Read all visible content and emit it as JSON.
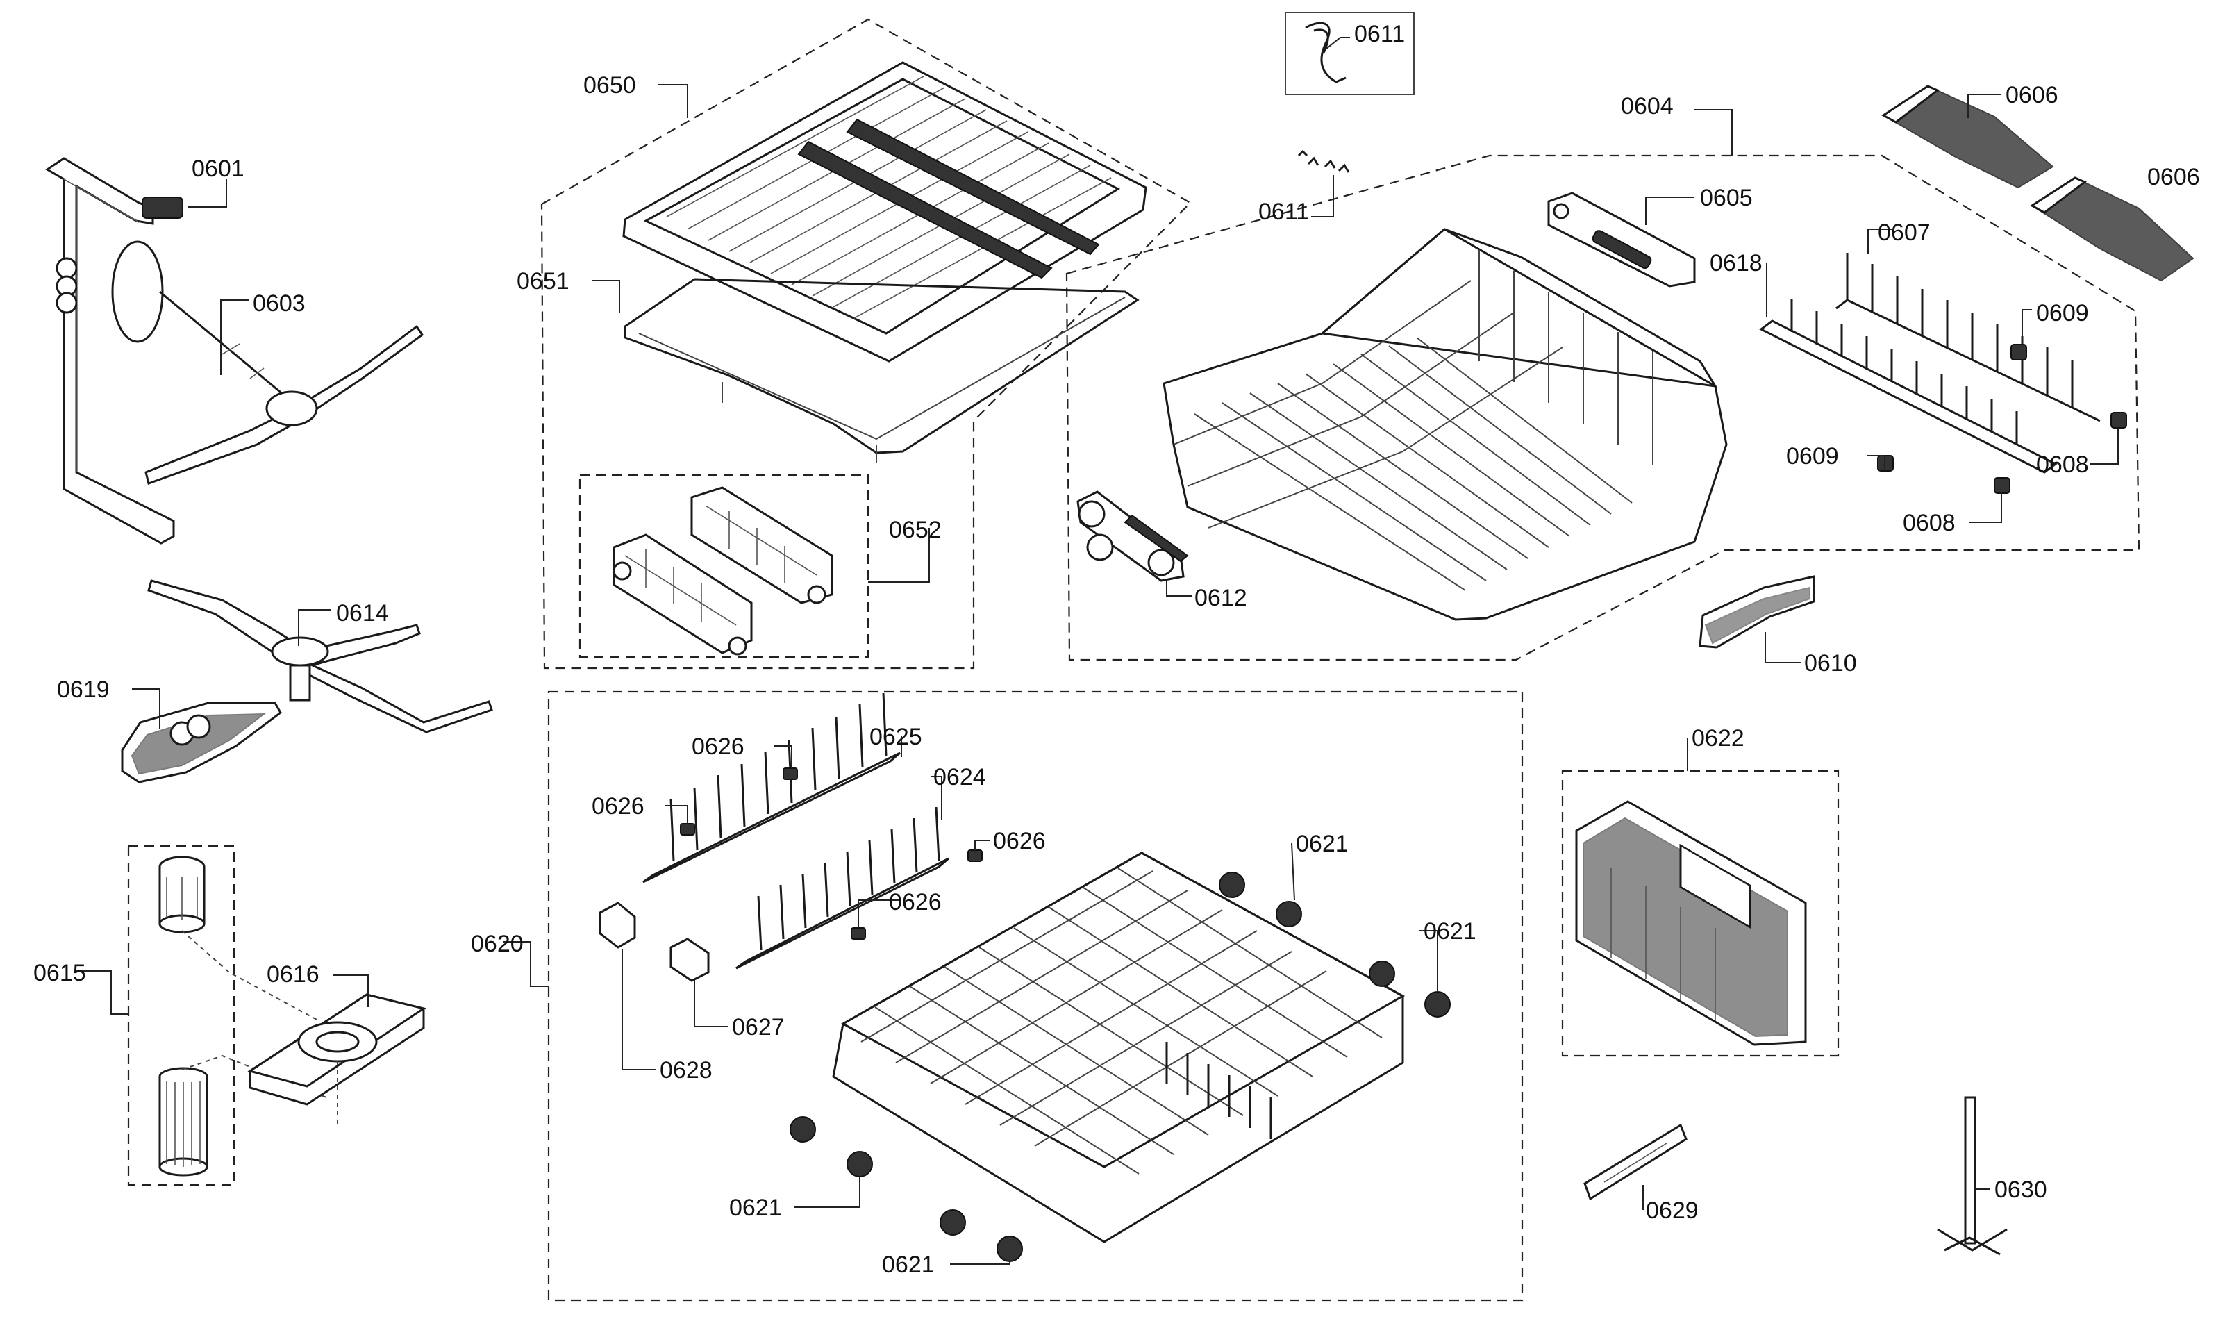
{
  "labels": {
    "p0601": "0601",
    "p0603": "0603",
    "p0614": "0614",
    "p0619": "0619",
    "p0615": "0615",
    "p0616": "0616",
    "p0650": "0650",
    "p0651": "0651",
    "p0652": "0652",
    "p0611a": "0611",
    "p0611b": "0611",
    "p0604": "0604",
    "p0605": "0605",
    "p0606a": "0606",
    "p0606b": "0606",
    "p0607": "0607",
    "p0618": "0618",
    "p0609a": "0609",
    "p0609b": "0609",
    "p0608a": "0608",
    "p0608b": "0608",
    "p0612": "0612",
    "p0610": "0610",
    "p0622": "0622",
    "p0620": "0620",
    "p0625": "0625",
    "p0624": "0624",
    "p0626a": "0626",
    "p0626b": "0626",
    "p0626c": "0626",
    "p0626d": "0626",
    "p0627": "0627",
    "p0628": "0628",
    "p0621a": "0621",
    "p0621b": "0621",
    "p0621c": "0621",
    "p0621d": "0621",
    "p0629": "0629",
    "p0630": "0630"
  }
}
